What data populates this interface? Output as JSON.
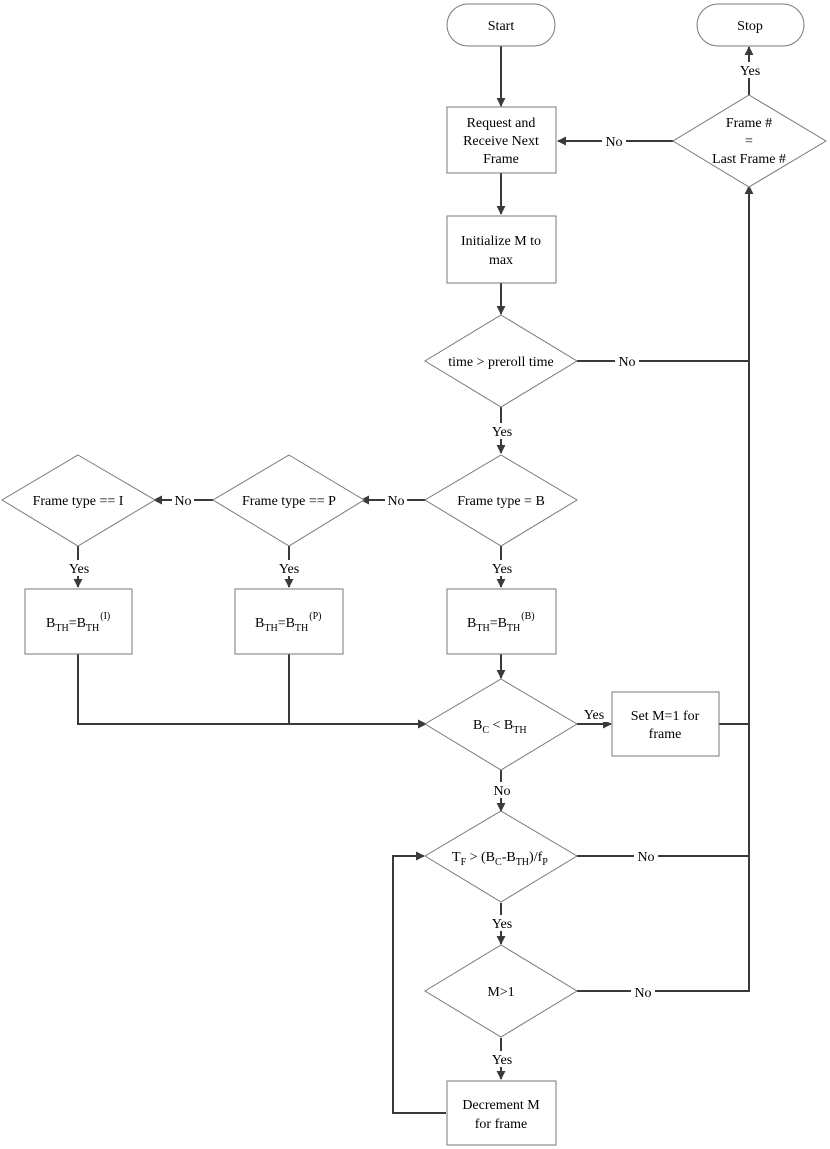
{
  "nodes": {
    "start": "Start",
    "stop": "Stop",
    "request": [
      "Request and",
      "Receive Next",
      "Frame"
    ],
    "last_frame": [
      "Frame #",
      "=",
      "Last Frame #"
    ],
    "init_m": [
      "Initialize M to",
      "max"
    ],
    "preroll": "time > preroll time",
    "frame_b": "Frame type = B",
    "frame_p": "Frame type == P",
    "frame_i": "Frame type == I",
    "bth_i": {
      "a": "B",
      "a_sub": "TH",
      "eq": "=B",
      "b_sub": "TH",
      "b_sup": "(I)"
    },
    "bth_p": {
      "a": "B",
      "a_sub": "TH",
      "eq": "=B",
      "b_sub": "TH",
      "b_sup": "(P)"
    },
    "bth_b": {
      "a": "B",
      "a_sub": "TH",
      "eq": "=B",
      "b_sub": "TH",
      "b_sup": "(B)"
    },
    "bc_lt": {
      "a": "B",
      "a_sub": "C",
      "op": " < B",
      "b_sub": "TH"
    },
    "set_m1": [
      "Set M=1 for",
      "frame"
    ],
    "tf_cond": {
      "a": "T",
      "a_sub": "F",
      "mid": " > (B",
      "mid_sub": "C",
      "mid2": "-B",
      "mid2_sub": "TH",
      "end": ")/f",
      "end_sub": "P"
    },
    "m_gt_1": "M>1",
    "decrement": [
      "Decrement M",
      "for frame"
    ]
  },
  "edge_labels": {
    "yes": "Yes",
    "no": "No"
  }
}
